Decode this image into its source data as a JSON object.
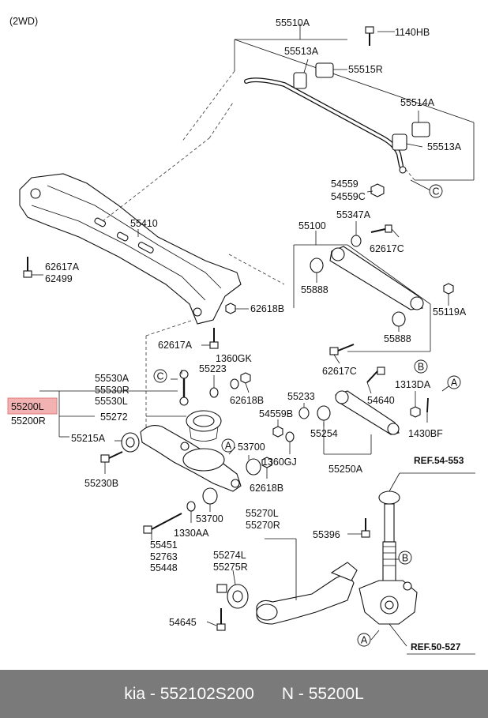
{
  "variant": "(2WD)",
  "labels": {
    "p55510A": "55510A",
    "p1140HB": "1140HB",
    "p55513A_top": "55513A",
    "p55515R": "55515R",
    "p55514A": "55514A",
    "p55513A_right": "55513A",
    "p54559": "54559",
    "p54559C": "54559C",
    "p55410": "55410",
    "p62617A_left": "62617A",
    "p62499": "62499",
    "p62618B_upper": "62618B",
    "p62617A_mid": "62617A",
    "p55347A": "55347A",
    "p55100": "55100",
    "p62617C_upper": "62617C",
    "p55888_left": "55888",
    "p55119A": "55119A",
    "p55888_right": "55888",
    "p62617C_lower": "62617C",
    "p1360GK": "1360GK",
    "p55223": "55223",
    "p62618B_mid": "62618B",
    "p55530A": "55530A",
    "p55530R": "55530R",
    "p55530L": "55530L",
    "p55200L": "55200L",
    "p55200R": "55200R",
    "p55272": "55272",
    "p55215A": "55215A",
    "p55230B": "55230B",
    "p55233": "55233",
    "p54559B": "54559B",
    "p55254": "55254",
    "p54640": "54640",
    "p1313DA": "1313DA",
    "p1430BF": "1430BF",
    "p53700_upper": "53700",
    "p1360GJ": "1360GJ",
    "p62618B_lower": "62618B",
    "p55250A": "55250A",
    "p53700_lower": "53700",
    "p1330AA": "1330AA",
    "p55451": "55451",
    "p52763": "52763",
    "p55448": "55448",
    "p55270L": "55270L",
    "p55270R": "55270R",
    "p55274L": "55274L",
    "p55275R": "55275R",
    "p55396": "55396",
    "p54645": "54645"
  },
  "refs": {
    "ref_upper": "REF.54-553",
    "ref_lower": "REF.50-527"
  },
  "callouts": {
    "C1": "C",
    "C2": "C",
    "B1": "B",
    "B2": "B",
    "A1": "A",
    "A2": "A",
    "A3": "A"
  },
  "footer": {
    "brand": "kia",
    "part_number": "552102S200",
    "code": "N - 55200L"
  },
  "colors": {
    "highlight_fill": "#f2b2b2",
    "highlight_stroke": "#e07c7c",
    "footer_bg": "#7a7a7a"
  }
}
